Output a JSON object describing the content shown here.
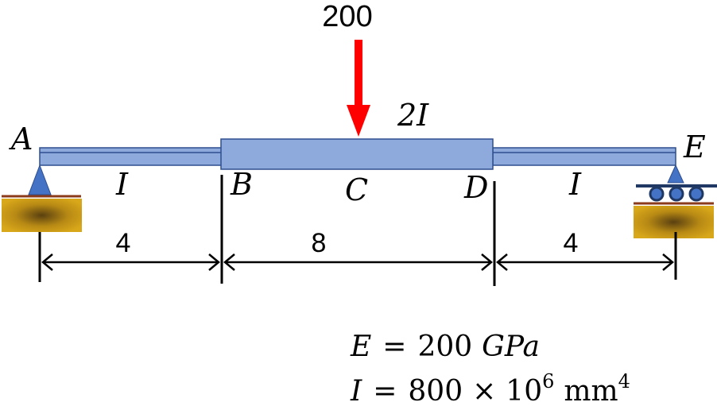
{
  "load": {
    "value": "200",
    "color": "#ff0000"
  },
  "points": {
    "a": "A",
    "b": "B",
    "c": "C",
    "d": "D",
    "e": "E"
  },
  "segments": {
    "ab_inertia": "I",
    "bd_inertia": "2I",
    "de_inertia": "I"
  },
  "dimensions": {
    "ab": "4",
    "bd": "8",
    "de": "4"
  },
  "properties": {
    "modulus_symbol": "E",
    "modulus_equals": "=",
    "modulus_value": "200",
    "modulus_unit": "GPa",
    "inertia_symbol": "I",
    "inertia_equals": "=",
    "inertia_mantissa": "800",
    "inertia_times": "×",
    "inertia_base": "10",
    "inertia_exponent": "6",
    "inertia_unit": "mm",
    "inertia_unit_power": "4"
  },
  "colors": {
    "beam_fill": "#8ea9db",
    "beam_stroke": "#2f4f8f",
    "support_triangle": "#4472c4",
    "ground_fill": "#d4a017",
    "ground_line": "#8b3a1a",
    "roller_track": "#1f3864",
    "roller_fill": "#4472c4"
  }
}
